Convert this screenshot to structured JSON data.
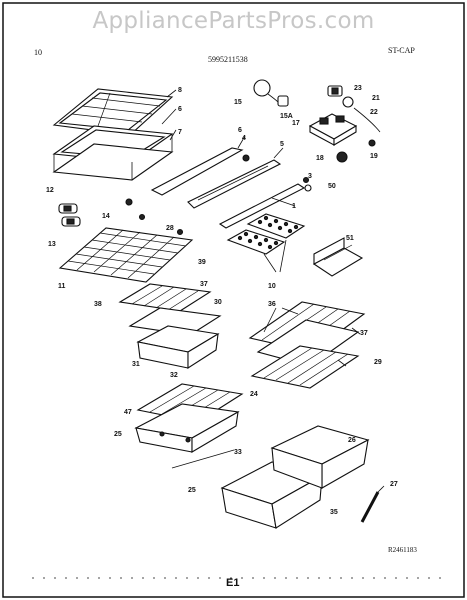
{
  "watermark": "AppliancePartsPros.com",
  "header": {
    "page_number": "10",
    "catalog_number": "5995211538",
    "model_code": "ST-CAP"
  },
  "footer": {
    "page_code": "E1",
    "figure_id": "R2461183"
  },
  "callouts": [
    "8",
    "6",
    "7",
    "6",
    "4",
    "5",
    "3",
    "50",
    "1",
    "12",
    "13",
    "14",
    "28",
    "39",
    "11",
    "10",
    "51",
    "38",
    "37",
    "30",
    "31",
    "32",
    "36",
    "37",
    "29",
    "24",
    "47",
    "25",
    "33",
    "26",
    "27",
    "25",
    "35",
    "15",
    "15A",
    "23",
    "21",
    "22",
    "17",
    "18",
    "19"
  ]
}
